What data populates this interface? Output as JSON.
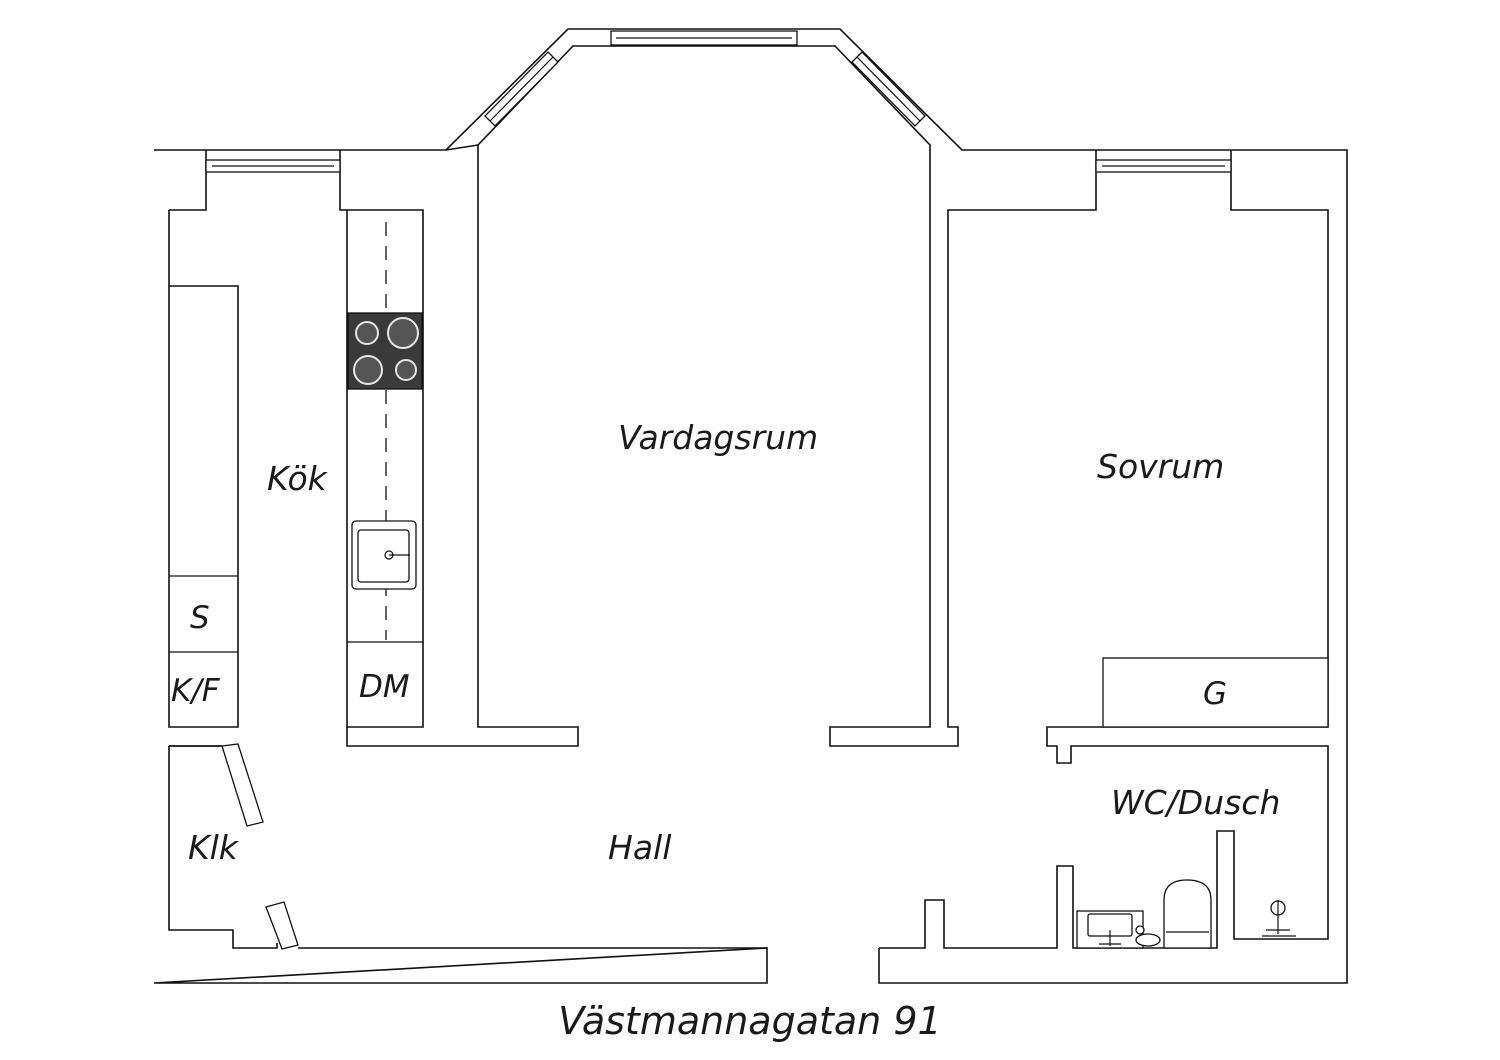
{
  "plan": {
    "rooms": {
      "kitchen": "Kök",
      "living_room": "Vardagsrum",
      "bedroom": "Sovrum",
      "hall": "Hall",
      "closet": "Klk",
      "bathroom": "WC/Dusch"
    },
    "fixtures": {
      "storage": "S",
      "fridge_freezer": "K/F",
      "dishwasher": "DM",
      "wardrobe": "G"
    },
    "address": "Västmannagatan 91"
  }
}
